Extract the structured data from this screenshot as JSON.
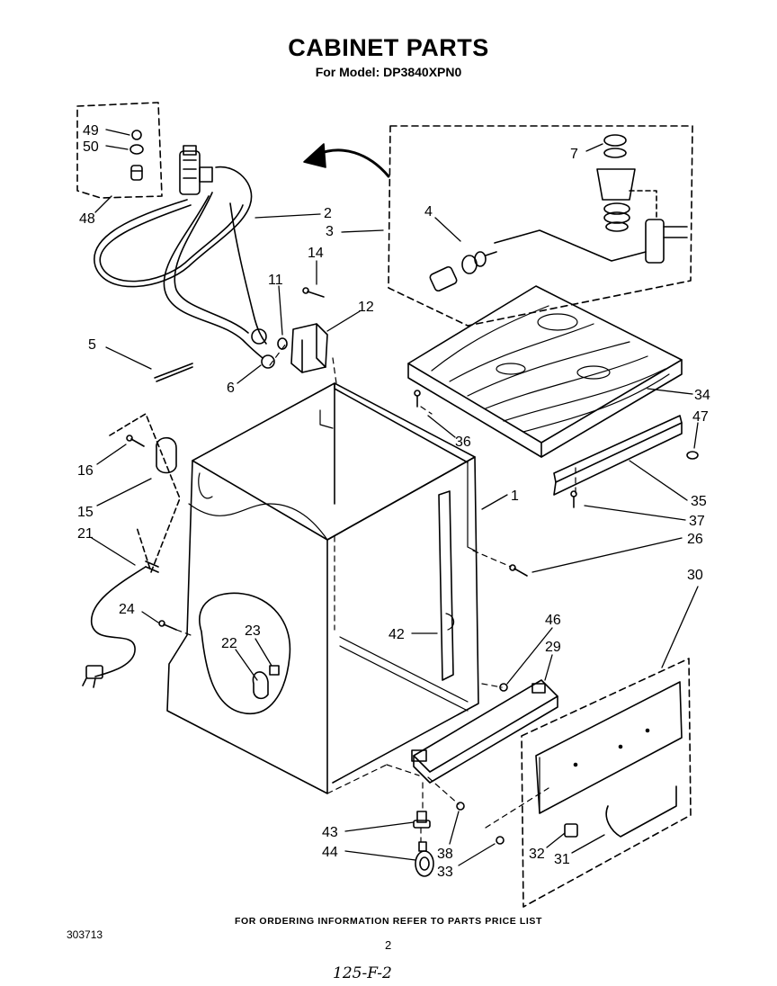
{
  "title": "CABINET PARTS",
  "subtitle": "For Model: DP3840XPN0",
  "footer_note": "FOR ORDERING INFORMATION REFER TO PARTS PRICE LIST",
  "doc_number": "303713",
  "page_number": "2",
  "handwritten_note": "125-F-2",
  "callouts": [
    "49",
    "50",
    "48",
    "2",
    "3",
    "4",
    "7",
    "14",
    "11",
    "12",
    "5",
    "6",
    "34",
    "47",
    "36",
    "16",
    "15",
    "21",
    "1",
    "35",
    "37",
    "26",
    "30",
    "24",
    "23",
    "22",
    "42",
    "46",
    "29",
    "43",
    "44",
    "38",
    "33",
    "32",
    "31"
  ]
}
